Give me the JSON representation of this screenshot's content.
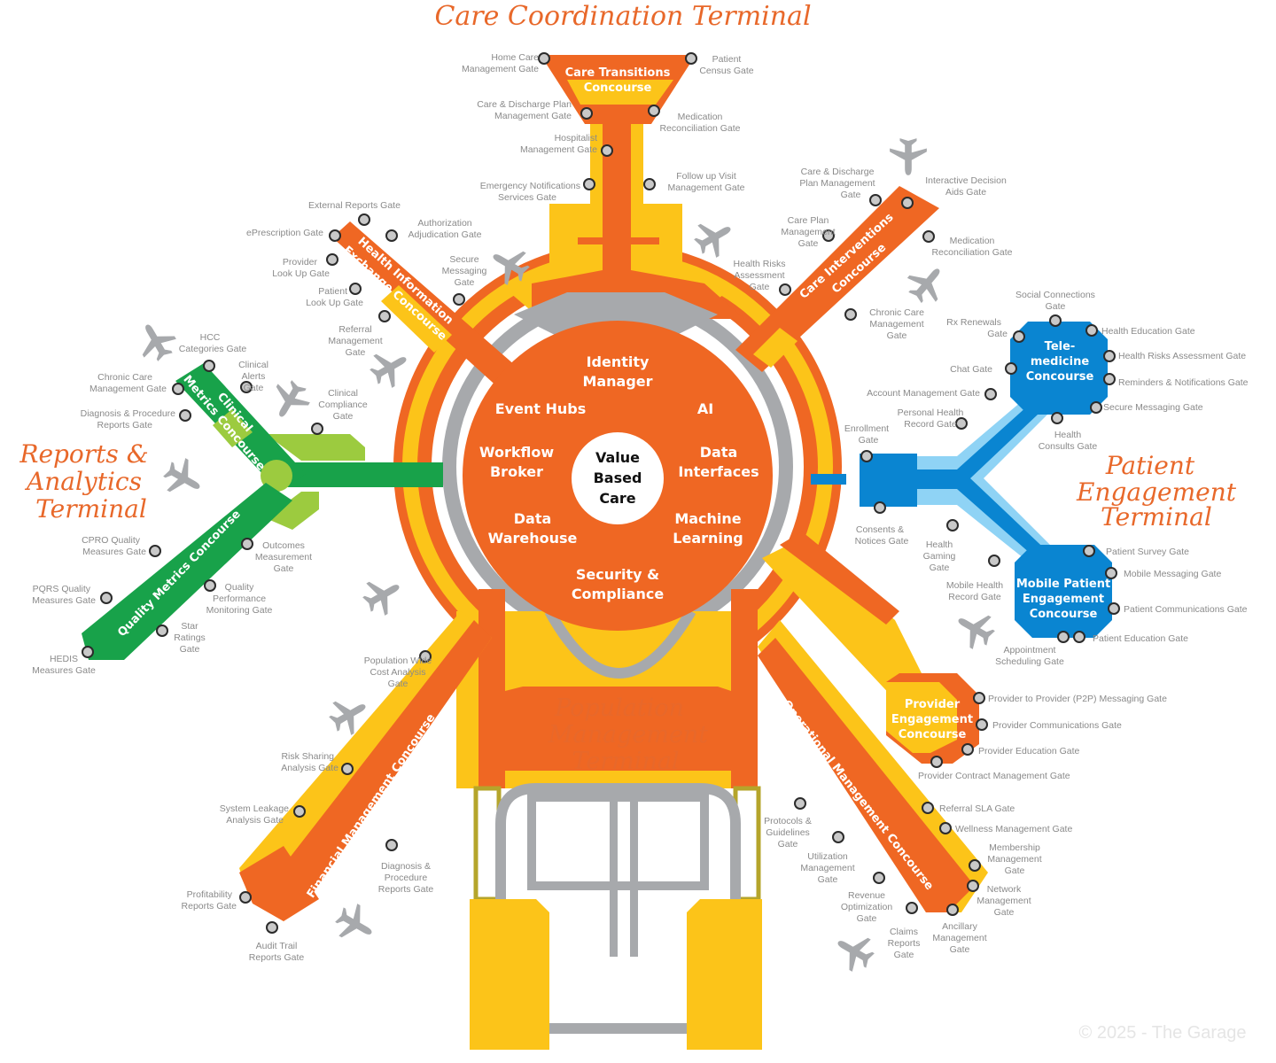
{
  "terminals": {
    "care_coordination": "Care Coordination Terminal",
    "reports_analytics": [
      "Reports &",
      "Analytics",
      "Terminal"
    ],
    "patient_engagement": [
      "Patient",
      "Engagement",
      "Terminal"
    ],
    "population_management": [
      "Population",
      "Management",
      "Terminal"
    ]
  },
  "core": {
    "center": [
      "Value",
      "Based",
      "Care"
    ],
    "identity_manager": [
      "Identity",
      "Manager"
    ],
    "event_hubs": "Event Hubs",
    "ai": "AI",
    "workflow_broker": [
      "Workflow",
      "Broker"
    ],
    "data_interfaces": [
      "Data",
      "Interfaces"
    ],
    "data_warehouse": [
      "Data",
      "Warehouse"
    ],
    "machine_learning": [
      "Machine",
      "Learning"
    ],
    "security_compliance": [
      "Security &",
      "Compliance"
    ]
  },
  "concourses": {
    "care_transitions": [
      "Care Transitions",
      "Concourse"
    ],
    "hie": [
      "Health Information",
      "Exchange Concourse"
    ],
    "care_interventions": [
      "Care Interventions",
      "Concourse"
    ],
    "clinical_metrics": [
      "Clinical",
      "Metrics Concourse"
    ],
    "quality_metrics": "Quality Metrics Concourse",
    "telemedicine": [
      "Tele-",
      "medicine",
      "Concourse"
    ],
    "mobile_patient": [
      "Mobile Patient",
      "Engagement",
      "Concourse"
    ],
    "provider_engagement": [
      "Provider",
      "Engagement",
      "Concourse"
    ],
    "financial": "Financial Management Concourse",
    "operational": "Operational Management Concourse"
  },
  "gates": {
    "home_care": [
      "Home Care",
      "Management Gate"
    ],
    "patient_census": [
      "Patient",
      "Census Gate"
    ],
    "care_discharge_top": [
      "Care & Discharge Plan",
      "Management Gate"
    ],
    "med_recon_top": [
      "Medication",
      "Reconciliation Gate"
    ],
    "hospitalist": [
      "Hospitalist",
      "Management Gate"
    ],
    "emergency_notifications": [
      "Emergency Notifications",
      "Services Gate"
    ],
    "follow_up_visit": [
      "Follow up Visit",
      "Management Gate"
    ],
    "external_reports": "External Reports Gate",
    "authorization": [
      "Authorization",
      "Adjudication Gate"
    ],
    "eprescription": "ePrescription Gate",
    "provider_lookup": [
      "Provider",
      "Look Up Gate"
    ],
    "secure_messaging_hie": [
      "Secure",
      "Messaging",
      "Gate"
    ],
    "patient_lookup": [
      "Patient",
      "Look Up Gate"
    ],
    "referral_mgmt": [
      "Referral",
      "Management",
      "Gate"
    ],
    "health_risks_assessment_ci": [
      "Health Risks",
      "Assessment",
      "Gate"
    ],
    "care_discharge_ci": [
      "Care & Discharge",
      "Plan Management",
      "Gate"
    ],
    "interactive_decision": [
      "Interactive Decision",
      "Aids Gate"
    ],
    "care_plan": [
      "Care Plan",
      "Management",
      "Gate"
    ],
    "med_recon_ci": [
      "Medication",
      "Reconciliation Gate"
    ],
    "chronic_care_ci": [
      "Chronic Care",
      "Management",
      "Gate"
    ],
    "hcc": [
      "HCC",
      "Categories Gate"
    ],
    "chronic_care_cm": [
      "Chronic Care",
      "Management Gate"
    ],
    "clinical_alerts": [
      "Clinical",
      "Alerts",
      "Gate"
    ],
    "diagnosis_procedure_reports": [
      "Diagnosis & Procedure",
      "Reports Gate"
    ],
    "clinical_compliance": [
      "Clinical",
      "Compliance",
      "Gate"
    ],
    "cpro": [
      "CPRO Quality",
      "Measures Gate"
    ],
    "outcomes": [
      "Outcomes",
      "Measurement",
      "Gate"
    ],
    "pqrs": [
      "PQRS Quality",
      "Measures Gate"
    ],
    "quality_performance": [
      "Quality",
      "Performance",
      "Monitoring Gate"
    ],
    "star_ratings": [
      "Star",
      "Ratings",
      "Gate"
    ],
    "hedis": [
      "HEDIS",
      "Measures Gate"
    ],
    "social_connections": [
      "Social Connections",
      "Gate"
    ],
    "rx_renewals": [
      "Rx Renewals",
      "Gate"
    ],
    "health_education": "Health Education Gate",
    "health_risks_assessment_tm": "Health Risks Assessment Gate",
    "chat": "Chat Gate",
    "reminders": "Reminders & Notifications Gate",
    "account_mgmt": "Account Management Gate",
    "secure_messaging_tm": "Secure Messaging Gate",
    "phr": [
      "Personal Health",
      "Record Gate"
    ],
    "health_consults": [
      "Health",
      "Consults Gate"
    ],
    "enrollment": [
      "Enrollment",
      "Gate"
    ],
    "consents": [
      "Consents &",
      "Notices Gate"
    ],
    "health_gaming": [
      "Health",
      "Gaming",
      "Gate"
    ],
    "patient_survey": "Patient Survey Gate",
    "mobile_messaging": "Mobile Messaging Gate",
    "mobile_health_record": [
      "Mobile Health",
      "Record Gate"
    ],
    "patient_communications": "Patient Communications Gate",
    "patient_education": "Patient Education Gate",
    "appointment_scheduling": [
      "Appointment",
      "Scheduling Gate"
    ],
    "p2p_messaging": "Provider to Provider (P2P) Messaging Gate",
    "provider_communications": "Provider Communications Gate",
    "provider_education": "Provider Education Gate",
    "provider_contract": "Provider Contract Management Gate",
    "population_cost": [
      "Population Wide",
      "Cost Analysis",
      "Gate"
    ],
    "risk_sharing": [
      "Risk Sharing",
      "Analysis Gate"
    ],
    "system_leakage": [
      "System Leakage",
      "Analysis Gate"
    ],
    "diagnosis_procedure_fin": [
      "Diagnosis &",
      "Procedure",
      "Reports Gate"
    ],
    "profitability": [
      "Profitability",
      "Reports Gate"
    ],
    "audit_trail": [
      "Audit Trail",
      "Reports Gate"
    ],
    "protocols": [
      "Protocols &",
      "Guidelines",
      "Gate"
    ],
    "referral_sla": "Referral SLA Gate",
    "wellness": "Wellness Management Gate",
    "utilization": [
      "Utilization",
      "Management",
      "Gate"
    ],
    "membership": [
      "Membership",
      "Management",
      "Gate"
    ],
    "revenue_optimization": [
      "Revenue",
      "Optimization",
      "Gate"
    ],
    "network_mgmt": [
      "Network",
      "Management",
      "Gate"
    ],
    "claims_reports": [
      "Claims",
      "Reports",
      "Gate"
    ],
    "ancillary": [
      "Ancillary",
      "Management",
      "Gate"
    ]
  },
  "copyright": "© 2025 - The Garage",
  "colors": {
    "orange": "#ef6723",
    "yellow": "#fcc419",
    "green": "#18a24a",
    "light_green": "#9ccb3f",
    "blue": "#0a85d1",
    "light_blue": "#8fd3f5",
    "gray": "#a7a9ac",
    "title": "#e8682a"
  }
}
